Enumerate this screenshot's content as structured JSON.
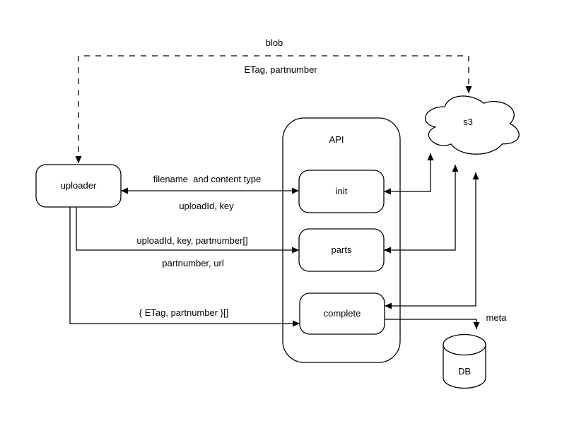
{
  "nodes": {
    "uploader": {
      "label": "uploader"
    },
    "api": {
      "label": "API"
    },
    "init": {
      "label": "init"
    },
    "parts": {
      "label": "parts"
    },
    "complete": {
      "label": "complete"
    },
    "s3": {
      "label": "s3"
    },
    "db": {
      "label": "DB"
    }
  },
  "edge_labels": {
    "blob": "blob",
    "etag_partnumber": "ETag, partnumber",
    "filename_content_type": "filename  and content type",
    "uploadid_key": "uploadId, key",
    "uploadid_key_partnumber_arr": "uploadId, key, partnumber[]",
    "partnumber_url": "partnumber, url",
    "etag_partnumber_obj_arr": "{ ETag, partnumber }[]",
    "meta": "meta"
  },
  "colors": {
    "stroke": "#000000",
    "fill": "#ffffff",
    "text": "#000000"
  }
}
